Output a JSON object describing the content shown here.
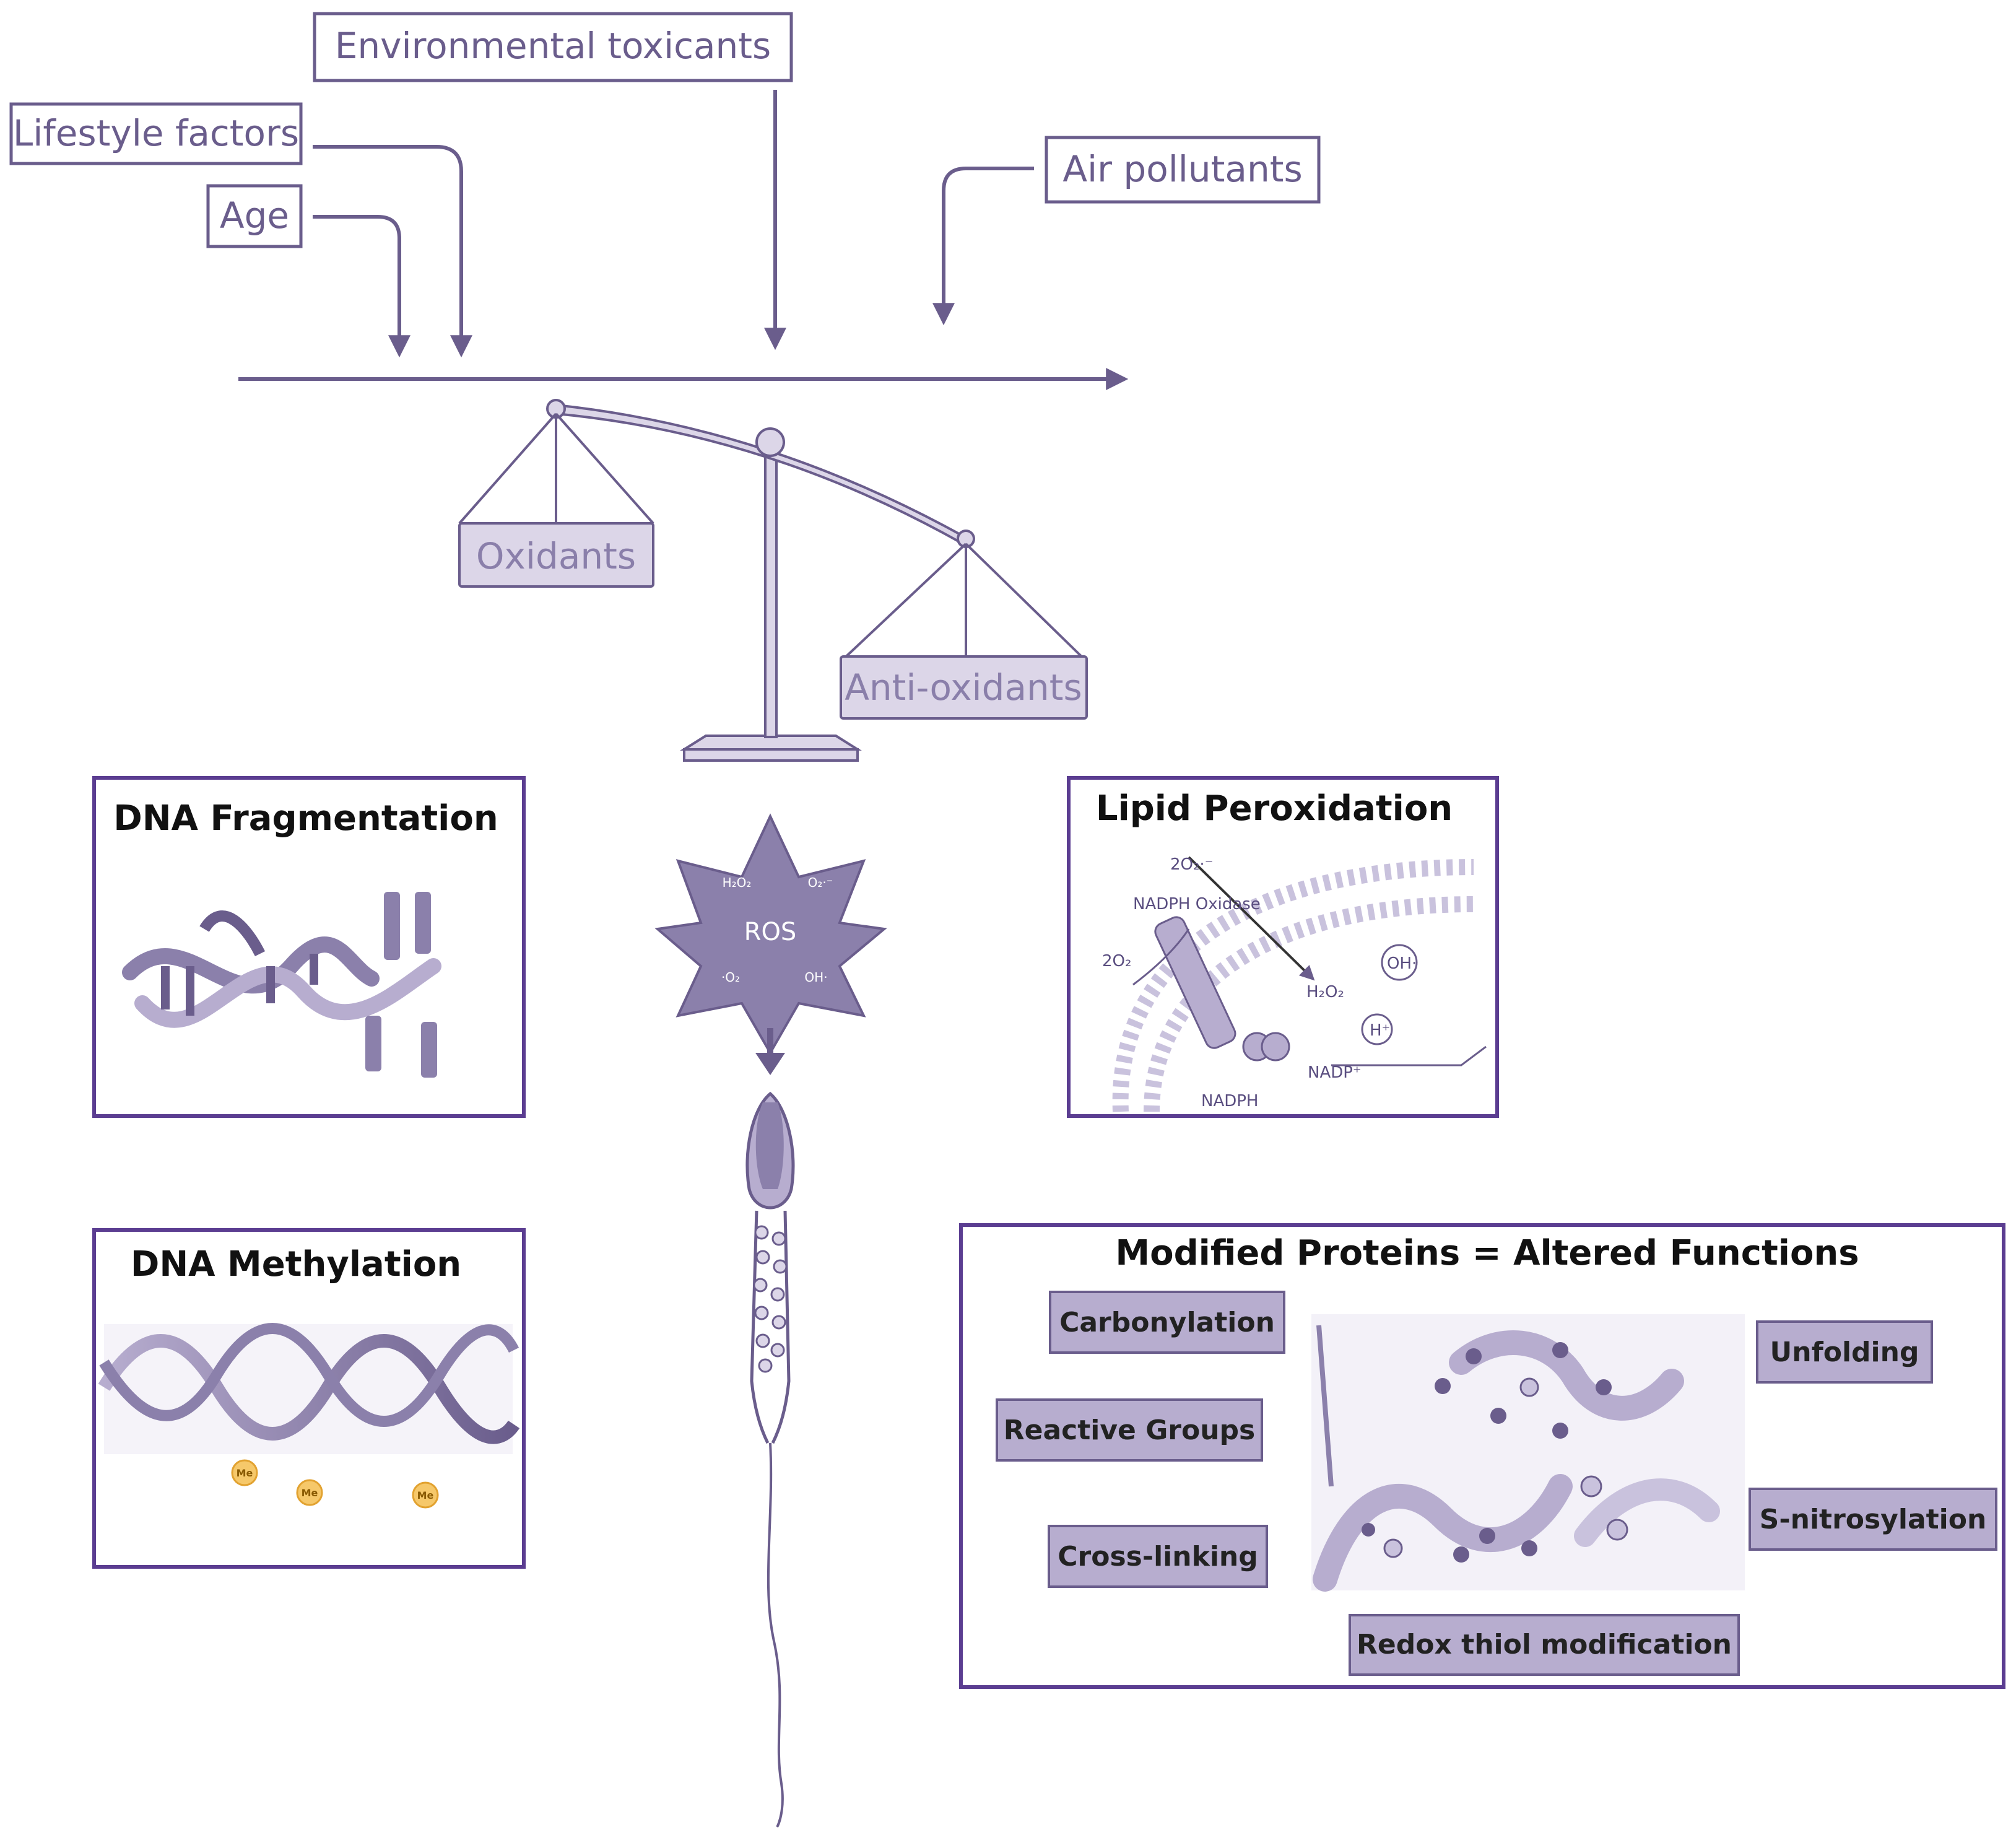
{
  "factors": {
    "environmental": "Environmental toxicants",
    "lifestyle": "Lifestyle factors",
    "age": "Age",
    "air": "Air pollutants"
  },
  "balance": {
    "left_pan": "Oxidants",
    "right_pan": "Anti-oxidants"
  },
  "ros": {
    "label": "ROS",
    "species": [
      "H₂O₂",
      "O₂·⁻",
      "·O₂",
      "OH·"
    ]
  },
  "panels": {
    "dna_fragmentation": {
      "title": "DNA Fragmentation"
    },
    "dna_methylation": {
      "title": "DNA Methylation",
      "marks": [
        "Me",
        "Me",
        "Me"
      ]
    },
    "lipid_peroxidation": {
      "title": "Lipid Peroxidation",
      "labels": {
        "enzyme": "NADPH Oxidase",
        "o2_superoxide": "2O₂·⁻",
        "o2": "2O₂",
        "h2o2": "H₂O₂",
        "oh": "OH·",
        "nadp": "NADP⁺",
        "h": "H⁺",
        "nadph": "NADPH"
      }
    },
    "modified_proteins": {
      "title": "Modified Proteins = Altered Functions",
      "tags": {
        "carbonylation": "Carbonylation",
        "reactive_groups": "Reactive Groups",
        "cross_linking": "Cross-linking",
        "unfolding": "Unfolding",
        "s_nitrosylation": "S-nitrosylation",
        "redox": "Redox thiol modification"
      }
    }
  },
  "colors": {
    "purple_line": "#6a5d8c",
    "panel_border": "#5b3d91",
    "tag_fill": "#b7adcf",
    "pan_fill": "#dcd6e8"
  }
}
